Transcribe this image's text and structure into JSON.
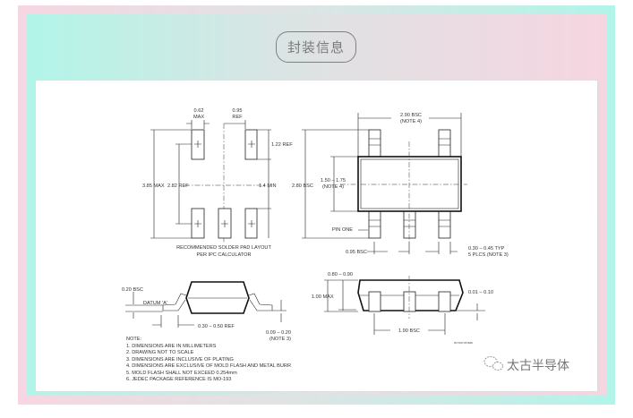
{
  "title": "封装信息",
  "pad_layout": {
    "pad_width": [
      "0.62",
      "MAX"
    ],
    "pitch": [
      "0.95",
      "REF"
    ],
    "pad_length": "1.22 REF",
    "overall": "3.85 MAX",
    "center_span": "2.82 REF",
    "gap": "1.4 MIN",
    "caption": [
      "RECOMMENDED SOLDER PAD LAYOUT",
      "PER IPC CALCULATOR"
    ]
  },
  "top_view": {
    "body_length": [
      "2.90 BSC",
      "(NOTE 4)"
    ],
    "overall_width": "2.80 BSC",
    "body_width": [
      "1.50 – 1.75",
      "(NOTE 4)"
    ],
    "pin_one": "PIN ONE",
    "pitch": "0.95 BSC",
    "lead_width": [
      "0.30 – 0.45 TYP",
      "5 PLCS (NOTE 3)"
    ]
  },
  "side_view": {
    "gauge": "0.20 BSC",
    "datum": "DATUM 'A'",
    "foot": "0.30 – 0.50 REF",
    "lead_thickness": [
      "0.09 – 0.20",
      "(NOTE 3)"
    ]
  },
  "end_view": {
    "body_height": "0.80 – 0.90",
    "max_height": "1.00 MAX",
    "standoff": "0.01 – 0.10",
    "lead_span": "1.90 BSC",
    "drawing_id": "05-TSOT-05 0906"
  },
  "notes": {
    "heading": "NOTE:",
    "items": [
      "1. DIMENSIONS ARE IN MILLIMETERS",
      "2. DRAWING NOT TO SCALE",
      "3. DIMENSIONS ARE INCLUSIVE OF PLATING",
      "4. DIMENSIONS ARE EXCLUSIVE OF MOLD FLASH AND METAL BURR",
      "5. MOLD FLASH SHALL NOT EXCEED 0.254mm",
      "6. JEDEC PACKAGE REFERENCE IS MO-193"
    ]
  },
  "watermark": "太古半导体"
}
